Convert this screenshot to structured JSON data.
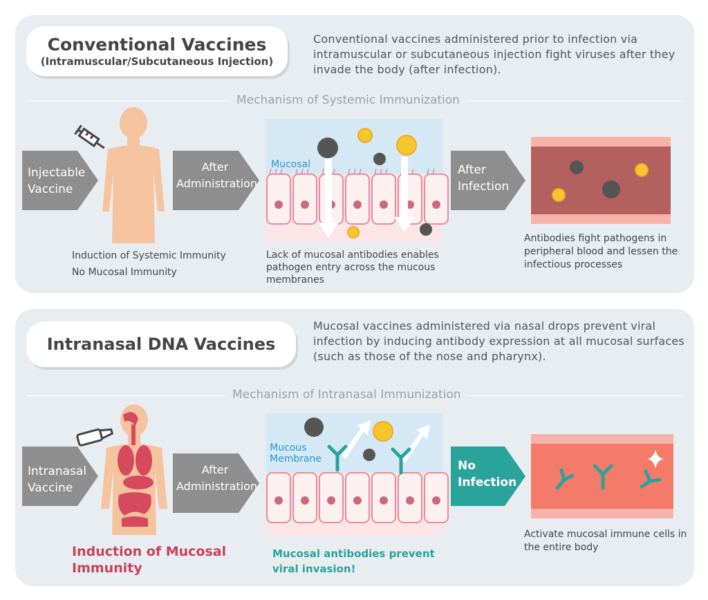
{
  "conventional": {
    "title": "Conventional Vaccines",
    "subtitle": "(Intramuscular/Subcutaneous Injection)",
    "description": "Conventional vaccines administered prior to infection via intramuscular or subcutaneous injection fight viruses after they invade the body (after infection).",
    "mechanism": "Mechanism of Systemic Immunization",
    "vaccine_label_1": "Injectable",
    "vaccine_label_2": "Vaccine",
    "after_admin_1": "After",
    "after_admin_2": "Administration",
    "mucosal_label": "Mucosal",
    "after_infection_1": "After",
    "after_infection_2": "Infection",
    "caption_body_1": "Induction of Systemic Immunity",
    "caption_body_2": "No Mucosal Immunity",
    "caption_mucosa": "Lack of mucosal antibodies enables pathogen entry across the mucous membranes",
    "caption_blood": "Antibodies fight pathogens in peripheral blood and lessen the infectious processes"
  },
  "intranasal": {
    "title": "Intranasal DNA Vaccines",
    "description": "Mucosal vaccines administered via nasal drops prevent viral infection by inducing antibody expression at all mucosal surfaces (such as those of the nose and pharynx).",
    "mechanism": "Mechanism of Intranasal Immunization",
    "vaccine_label_1": "Intranasal",
    "vaccine_label_2": "Vaccine",
    "after_admin_1": "After",
    "after_admin_2": "Administration",
    "mucous_label_1": "Mucous",
    "mucous_label_2": "Membrane",
    "no_infection_1": "No",
    "no_infection_2": "Infection",
    "caption_body": "Induction of Mucosal Immunity",
    "caption_mucosa": "Mucosal antibodies prevent viral invasion!",
    "caption_blood": "Activate mucosal immune cells in the entire body"
  },
  "colors": {
    "panel_bg": "#e8edf1",
    "arrow_gray": "#8e8e8e",
    "arrow_teal": "#2aa39a",
    "accent_red": "#c9405a",
    "accent_teal": "#2aa39a",
    "skin": "#f6c39f",
    "vessel_dark": "#b3605e",
    "vessel_light": "#f47a6a"
  },
  "icons": [
    "syringe-icon",
    "nasal-dropper-icon",
    "virus-icon",
    "pollen-icon",
    "antibody-icon",
    "sparkle-icon"
  ]
}
